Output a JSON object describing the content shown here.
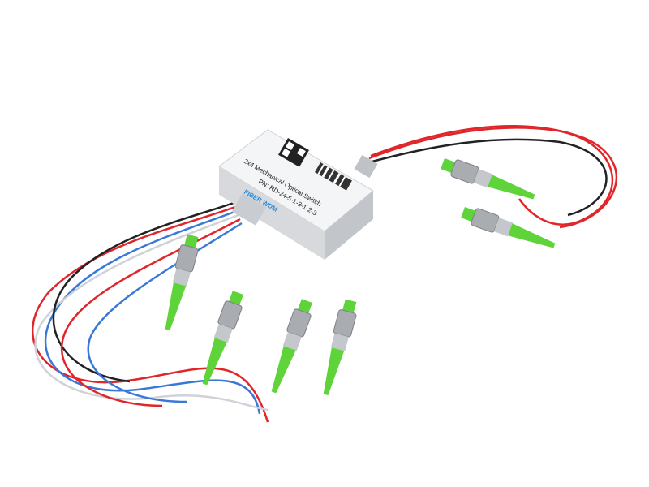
{
  "product": {
    "title": "2x4 Mechanical Optical Switch",
    "part_number": "PN: RD-24-5-1-3-1-2-3",
    "logo": "FIBER WDM"
  },
  "colors": {
    "connector_green": "#5fd43a",
    "fiber_red": "#e0262a",
    "fiber_blue": "#3a78d8",
    "fiber_black": "#222222",
    "housing": "#e9eaec"
  }
}
